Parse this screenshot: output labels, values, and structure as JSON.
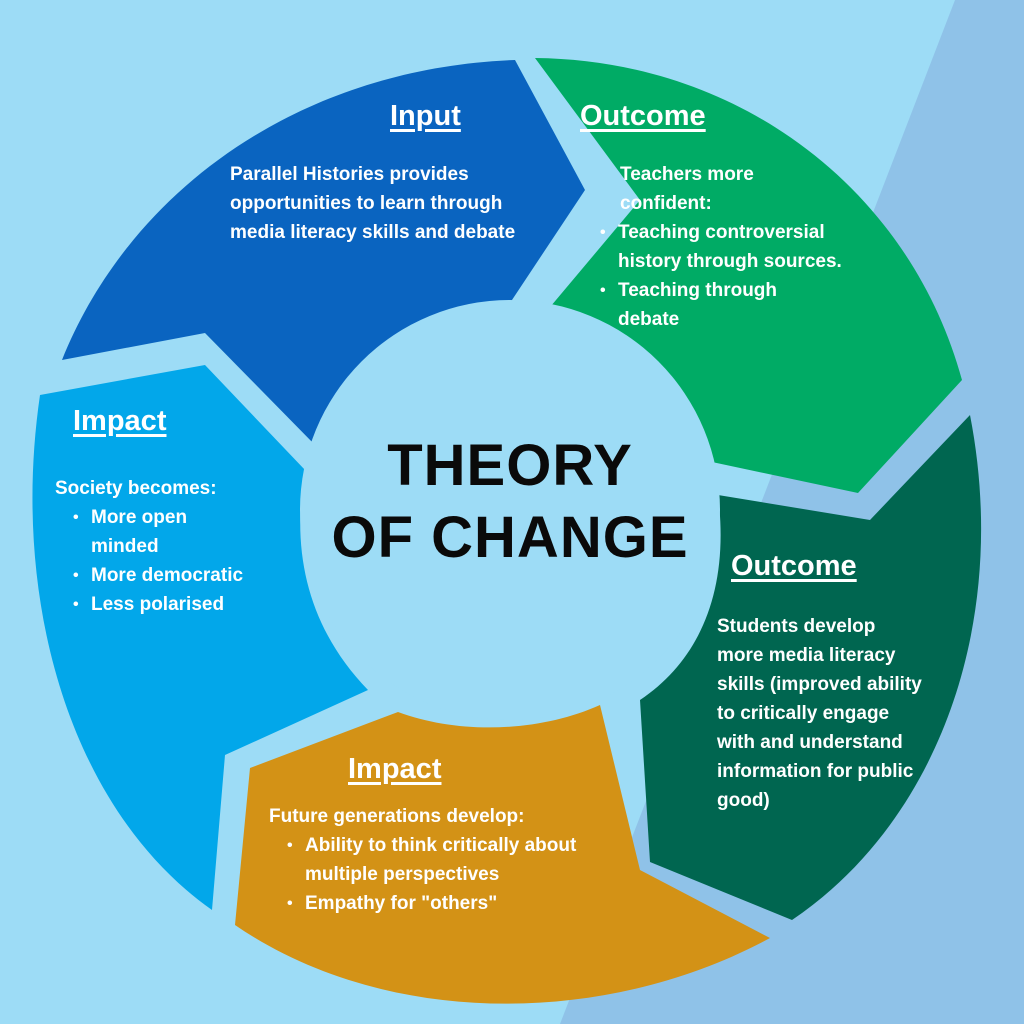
{
  "center": {
    "line1": "THEORY",
    "line2": "OF CHANGE"
  },
  "colors": {
    "background": "#9ddcf6",
    "background_corner": "#8fc2e8",
    "input_segment": "#0a64c0",
    "teacher_outcome_segment": "#00ab65",
    "student_outcome_segment": "#006650",
    "future_impact_segment": "#d39216",
    "society_impact_segment": "#02a7ea",
    "center_circle": "#9ddcf6"
  },
  "segments": {
    "input": {
      "heading": "Input",
      "text": "Parallel Histories provides opportunities to learn through media literacy skills and debate"
    },
    "teacher_outcome": {
      "heading": "Outcome",
      "intro": "Teachers more confident:",
      "bullets": [
        "Teaching controversial history through sources.",
        "Teaching through debate"
      ]
    },
    "student_outcome": {
      "heading": "Outcome",
      "text": "Students develop more media literacy skills  (improved ability to critically engage with and understand information for public good)"
    },
    "future_impact": {
      "heading": "Impact",
      "intro": "Future generations develop:",
      "bullets": [
        "Ability to think critically about multiple perspectives",
        "Empathy for \"others\""
      ]
    },
    "society_impact": {
      "heading": "Impact",
      "intro": "Society becomes:",
      "bullets": [
        "More open minded",
        "More democratic",
        "Less polarised"
      ]
    }
  }
}
